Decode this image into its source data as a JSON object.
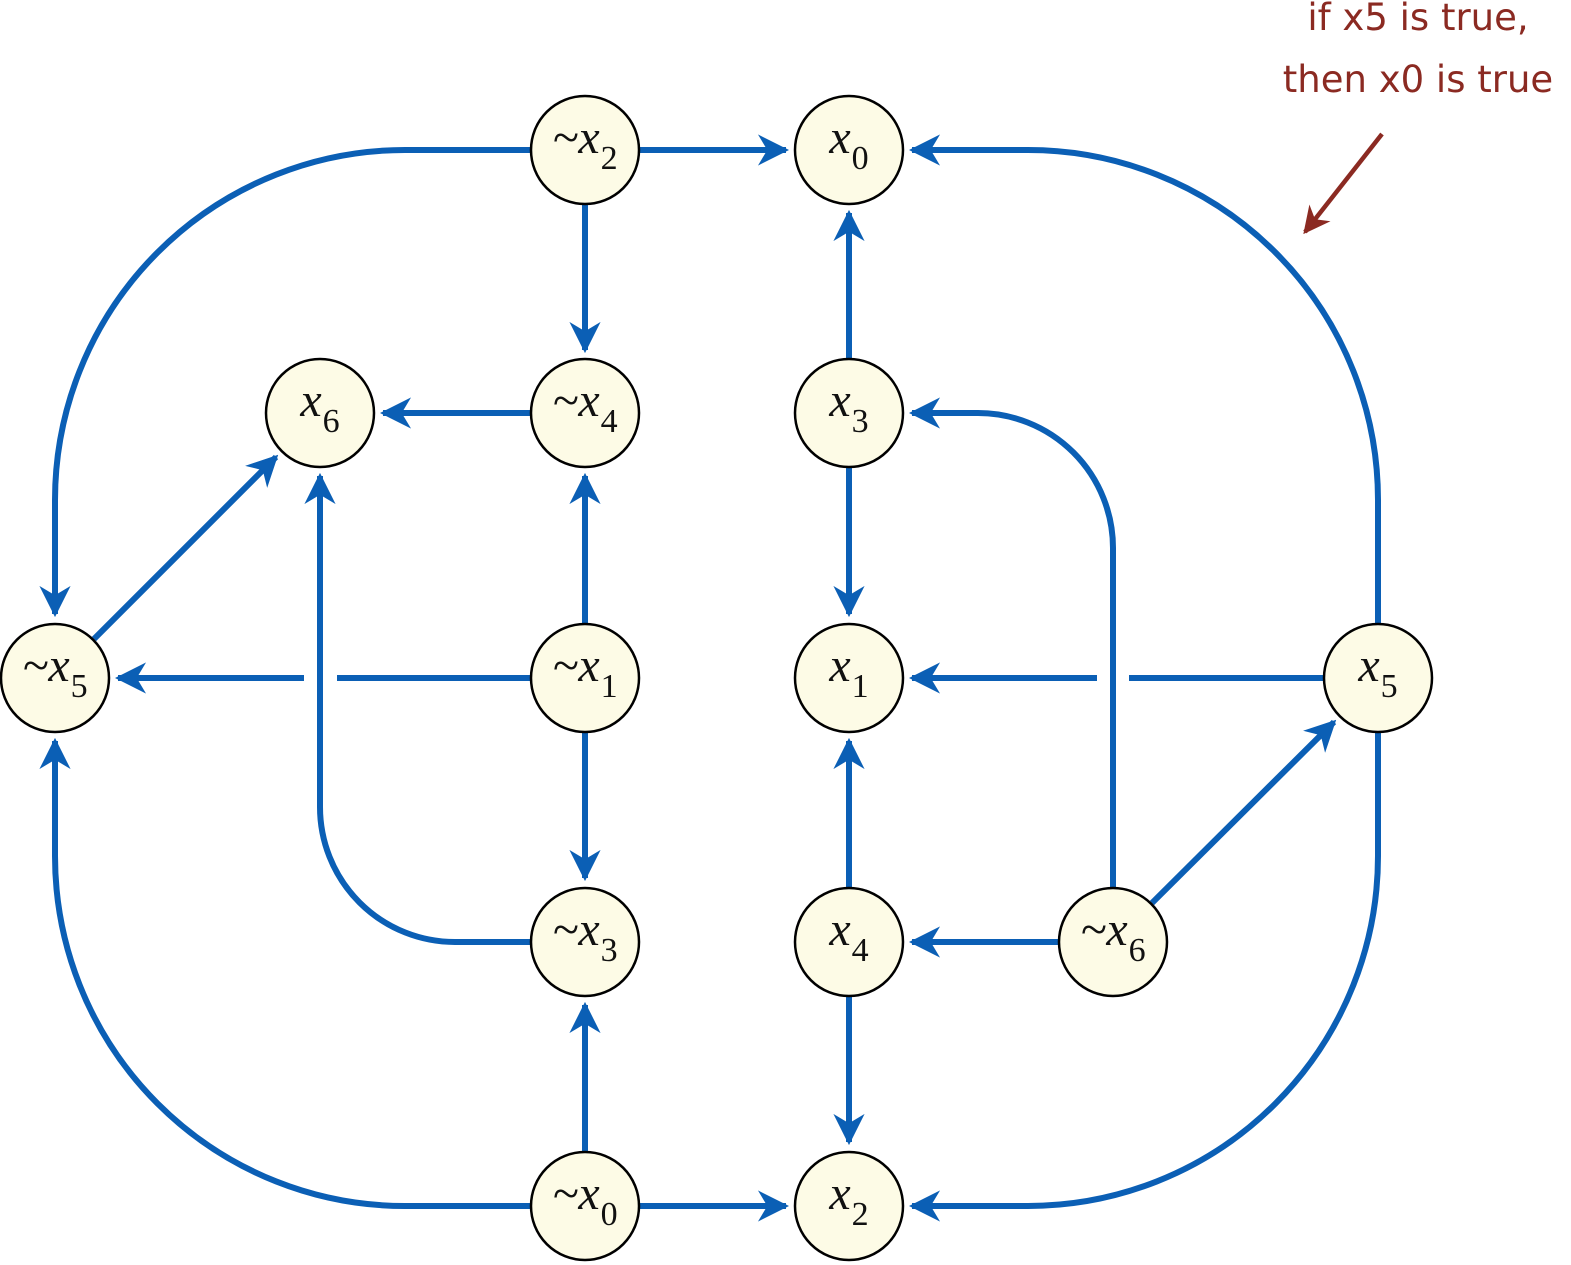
{
  "colors": {
    "edge": "#0b5fb5",
    "node_fill": "#fdfbe6",
    "node_stroke": "#000000",
    "annotation": "#8b2a22"
  },
  "annotation": {
    "line1": "if x5 is true,",
    "line2": "then x0 is true"
  },
  "nodes": [
    {
      "id": "nx2",
      "prefix": "~",
      "var": "x",
      "sub": "2"
    },
    {
      "id": "x0",
      "prefix": "",
      "var": "x",
      "sub": "0"
    },
    {
      "id": "x6",
      "prefix": "",
      "var": "x",
      "sub": "6"
    },
    {
      "id": "nx4",
      "prefix": "~",
      "var": "x",
      "sub": "4"
    },
    {
      "id": "x3",
      "prefix": "",
      "var": "x",
      "sub": "3"
    },
    {
      "id": "nx5",
      "prefix": "~",
      "var": "x",
      "sub": "5"
    },
    {
      "id": "nx1",
      "prefix": "~",
      "var": "x",
      "sub": "1"
    },
    {
      "id": "x1",
      "prefix": "",
      "var": "x",
      "sub": "1"
    },
    {
      "id": "x5",
      "prefix": "",
      "var": "x",
      "sub": "5"
    },
    {
      "id": "nx3",
      "prefix": "~",
      "var": "x",
      "sub": "3"
    },
    {
      "id": "x4",
      "prefix": "",
      "var": "x",
      "sub": "4"
    },
    {
      "id": "nx6",
      "prefix": "~",
      "var": "x",
      "sub": "6"
    },
    {
      "id": "nx0",
      "prefix": "~",
      "var": "x",
      "sub": "0"
    },
    {
      "id": "x2",
      "prefix": "",
      "var": "x",
      "sub": "2"
    }
  ],
  "edges": [
    {
      "from": "nx2",
      "to": "x0"
    },
    {
      "from": "nx2",
      "to": "nx4"
    },
    {
      "from": "nx2",
      "to": "nx5"
    },
    {
      "from": "x5",
      "to": "x0"
    },
    {
      "from": "x3",
      "to": "x0"
    },
    {
      "from": "nx4",
      "to": "x6"
    },
    {
      "from": "nx1",
      "to": "nx4"
    },
    {
      "from": "nx5",
      "to": "x6"
    },
    {
      "from": "nx3",
      "to": "x6"
    },
    {
      "from": "x3",
      "to": "x1"
    },
    {
      "from": "nx6",
      "to": "x3"
    },
    {
      "from": "nx1",
      "to": "nx5"
    },
    {
      "from": "nx1",
      "to": "nx3"
    },
    {
      "from": "x5",
      "to": "x1"
    },
    {
      "from": "x4",
      "to": "x1"
    },
    {
      "from": "nx6",
      "to": "x5"
    },
    {
      "from": "nx6",
      "to": "x4"
    },
    {
      "from": "nx0",
      "to": "nx5"
    },
    {
      "from": "nx0",
      "to": "nx3"
    },
    {
      "from": "nx0",
      "to": "x2"
    },
    {
      "from": "x4",
      "to": "x2"
    },
    {
      "from": "x5",
      "to": "x2"
    }
  ]
}
